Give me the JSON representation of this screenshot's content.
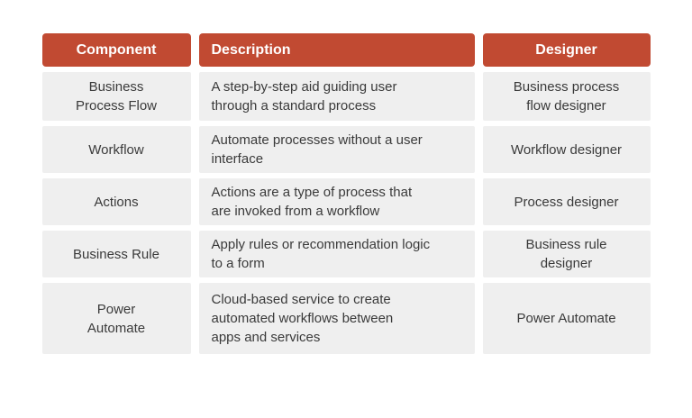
{
  "colors": {
    "header_bg": "#C14A32",
    "header_text": "#FFFFFF",
    "cell_bg": "#EFEFEF",
    "cell_text": "#3A3A3A"
  },
  "table": {
    "headers": [
      "Component",
      "Description",
      "Designer"
    ],
    "rows": [
      {
        "component": "Business\nProcess Flow",
        "description": "A step-by-step aid guiding user\nthrough a standard process",
        "designer": "Business process\nflow designer"
      },
      {
        "component": "Workflow",
        "description": "Automate processes without a user\ninterface",
        "designer": "Workflow designer"
      },
      {
        "component": "Actions",
        "description": "Actions are a type of process that\nare invoked from a workflow",
        "designer": "Process designer"
      },
      {
        "component": "Business Rule",
        "description": "Apply rules or recommendation logic\nto a form",
        "designer": "Business rule\ndesigner"
      },
      {
        "component": "Power\nAutomate",
        "description": "Cloud-based service to create\nautomated workflows between\napps and services",
        "designer": "Power Automate"
      }
    ]
  }
}
